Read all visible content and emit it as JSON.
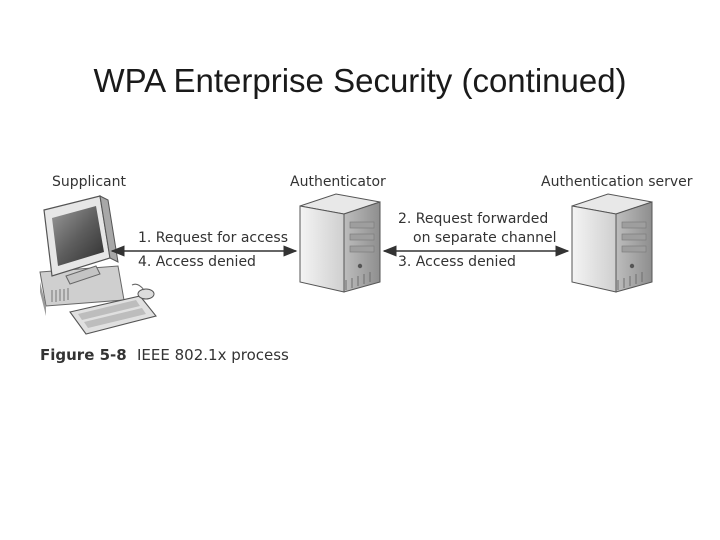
{
  "title": "WPA Enterprise Security (continued)",
  "nodes": {
    "supplicant": "Supplicant",
    "authenticator": "Authenticator",
    "auth_server": "Authentication server"
  },
  "steps": {
    "step1": "1. Request for access",
    "step2_line1": "2. Request forwarded",
    "step2_line2": "on separate channel",
    "step3": "3. Access denied",
    "step4": "4. Access denied"
  },
  "caption": {
    "figure": "Figure 5-8",
    "text": "IEEE 802.1x process"
  }
}
